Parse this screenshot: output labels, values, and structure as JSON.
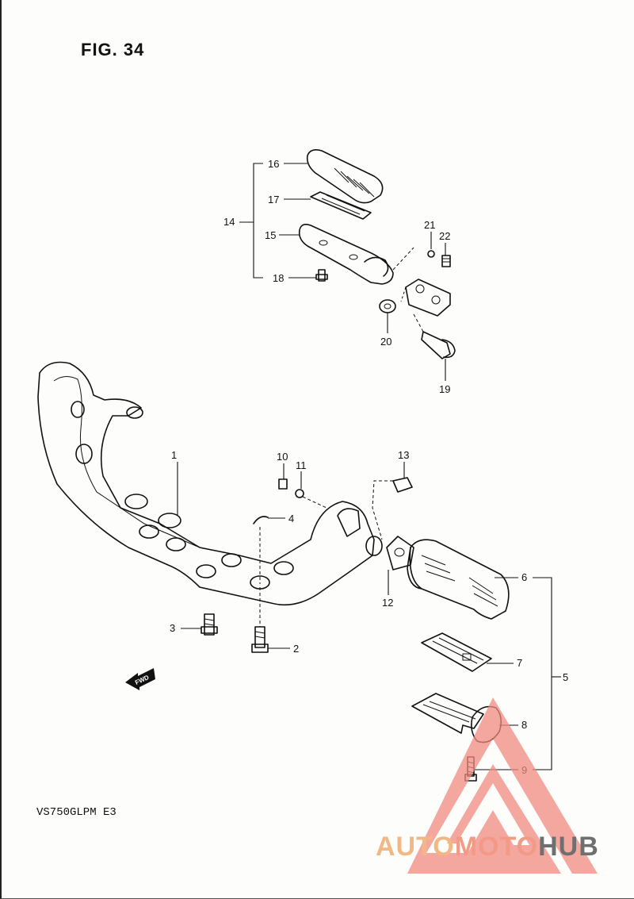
{
  "figure": {
    "title": "FIG. 34",
    "model_code": "VS750GLPM E3"
  },
  "callouts": {
    "c1": "1",
    "c2": "2",
    "c3": "3",
    "c4": "4",
    "c5": "5",
    "c6": "6",
    "c7": "7",
    "c8": "8",
    "c9": "9",
    "c10": "10",
    "c11": "11",
    "c12": "12",
    "c13": "13",
    "c14": "14",
    "c15": "15",
    "c16": "16",
    "c17": "17",
    "c18": "18",
    "c19": "19",
    "c20": "20",
    "c21": "21",
    "c22": "22"
  },
  "forward_arrow": {
    "label": "FWD"
  },
  "watermark": {
    "part1": "AUTO",
    "part2": "MOTO",
    "part3": "HUB",
    "colors": {
      "auto": "#f2b884",
      "moto": "#f39a86",
      "hub": "#6f6f6f",
      "triangle": "#f08a80"
    }
  }
}
